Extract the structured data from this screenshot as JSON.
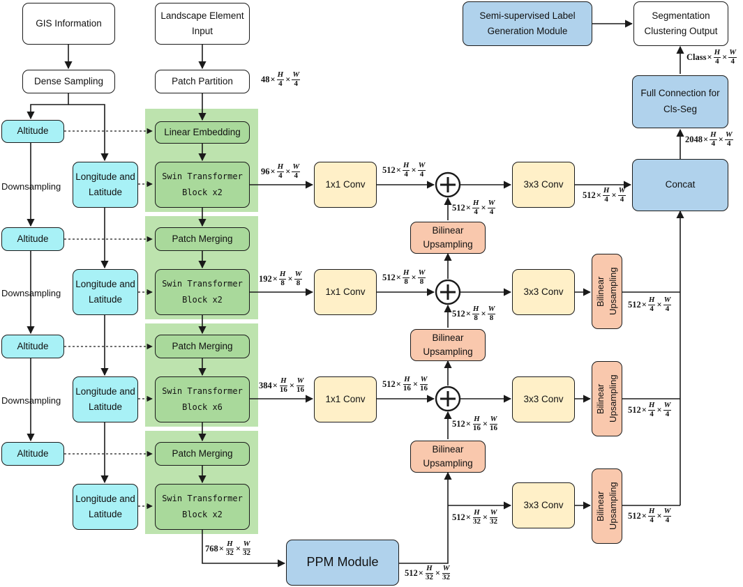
{
  "nodes": {
    "gis_info": "GIS Information",
    "landscape_input": "Landscape Element Input",
    "dense_sampling": "Dense Sampling",
    "patch_partition": "Patch Partition",
    "altitude": "Altitude",
    "long_lat": "Longitude and Latitude",
    "linear_embedding": "Linear Embedding",
    "swin_x2": "Swin Transformer Block x2",
    "swin_x6": "Swin Transformer Block x6",
    "patch_merging": "Patch Merging",
    "conv1x1": "1x1 Conv",
    "conv3x3": "3x3 Conv",
    "bilinear": "Bilinear Upsampling",
    "concat": "Concat",
    "full_connection": "Full Connection for Cls-Seg",
    "semi_supervised": "Semi-supervised Label Generation Module",
    "segmentation_output": "Segmentation Clustering Output",
    "ppm_module": "PPM Module"
  },
  "labels": {
    "downsampling": "Downsampling"
  },
  "dims": {
    "d48": {
      "c": "48",
      "h": "H",
      "w": "W",
      "den": "4"
    },
    "d96": {
      "c": "96",
      "h": "H",
      "w": "W",
      "den": "4"
    },
    "d192": {
      "c": "192",
      "h": "H",
      "w": "W",
      "den": "8"
    },
    "d384": {
      "c": "384",
      "h": "H",
      "w": "W",
      "den": "16"
    },
    "d768": {
      "c": "768",
      "h": "H",
      "w": "W",
      "den": "32"
    },
    "d512_4": {
      "c": "512",
      "h": "H",
      "w": "W",
      "den": "4"
    },
    "d512_8": {
      "c": "512",
      "h": "H",
      "w": "W",
      "den": "8"
    },
    "d512_16": {
      "c": "512",
      "h": "H",
      "w": "W",
      "den": "16"
    },
    "d512_32": {
      "c": "512",
      "h": "H",
      "w": "W",
      "den": "32"
    },
    "d2048": {
      "c": "2048",
      "h": "H",
      "w": "W",
      "den": "4"
    },
    "dclass": {
      "c": "Class",
      "h": "H",
      "w": "W",
      "den": "4"
    }
  },
  "colors": {
    "white": "#ffffff",
    "cyan": "#a8f1f6",
    "green": "#a9d99b",
    "green_band": "#bde3ae",
    "yellow": "#fff0c8",
    "salmon": "#f9c8ad",
    "blue": "#b0d2ec",
    "line": "#1a1a1a"
  }
}
